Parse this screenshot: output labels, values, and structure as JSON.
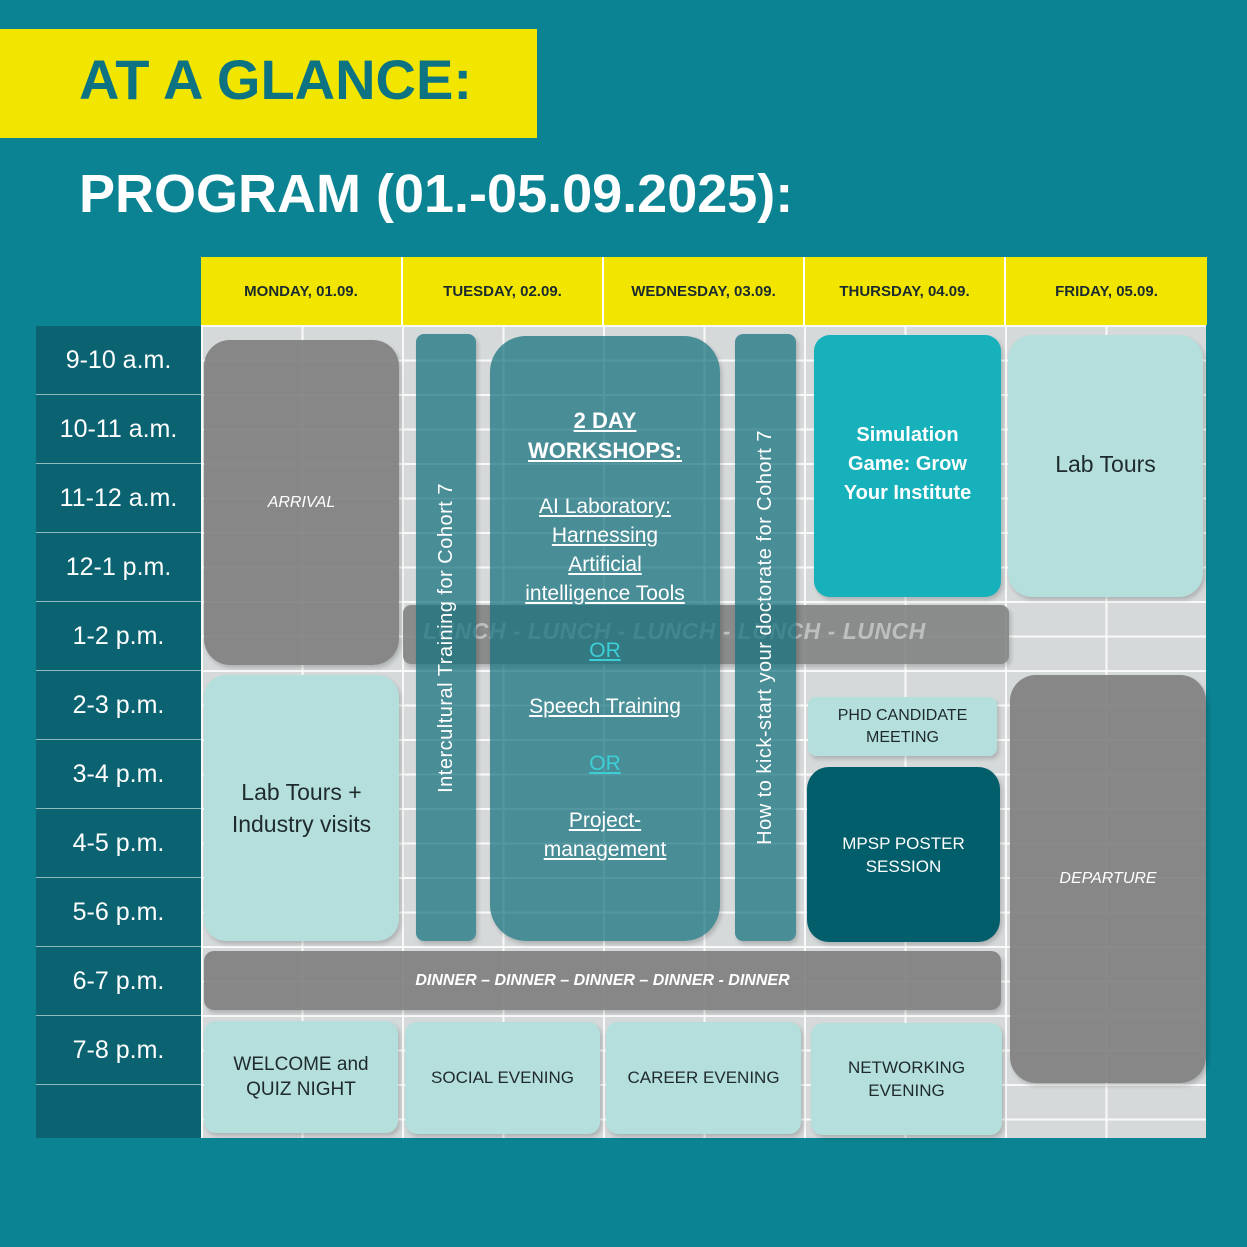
{
  "banner": {
    "title": "AT A GLANCE:"
  },
  "subtitle": "PROGRAM (01.-05.09.2025):",
  "days": [
    "MONDAY, 01.09.",
    "TUESDAY, 02.09.",
    "WEDNESDAY, 03.09.",
    "THURSDAY, 04.09.",
    "FRIDAY, 05.09."
  ],
  "times": [
    "9-10 a.m.",
    "10-11 a.m.",
    "11-12 a.m.",
    "12-1 p.m.",
    "1-2 p.m.",
    "2-3 p.m.",
    "3-4 p.m.",
    "4-5 p.m.",
    "5-6 p.m.",
    "6-7 p.m.",
    "7-8 p.m."
  ],
  "events": {
    "arrival": "ARRIVAL",
    "lab_tours_industry": "Lab Tours + Industry visits",
    "intercultural": "Intercultural Training  for Cohort 7",
    "kickstart": "How to kick-start your doctorate for Cohort 7",
    "workshops": {
      "title": "2 DAY WORKSHOPS:",
      "ai": "AI Laboratory: Harnessing Artificial intelligence Tools",
      "or1": "OR",
      "speech": "Speech Training",
      "or2": "OR",
      "project": "Project-management"
    },
    "simulation": "Simulation Game: Grow Your Institute",
    "lab_tours": "Lab Tours",
    "phd_meeting": "PHD CANDIDATE MEETING",
    "poster": "MPSP POSTER SESSION",
    "departure": "DEPARTURE",
    "lunch": "LUNCH   -   LUNCH   -   LUNCH  -  LUNCH - LUNCH",
    "dinner": "DINNER – DINNER – DINNER – DINNER - DINNER",
    "welcome": "WELCOME and QUIZ NIGHT",
    "social": "SOCIAL EVENING",
    "career": "CAREER EVENING",
    "networking": "NETWORKING EVENING"
  },
  "colors": {
    "background": "#0b8392",
    "banner": "#f2e600",
    "time_column": "#0b6372",
    "light_block": "#b5dfdd",
    "gray_block": "#808080",
    "cyan_block": "#16b1ba",
    "deep_block": "#035e6b"
  }
}
